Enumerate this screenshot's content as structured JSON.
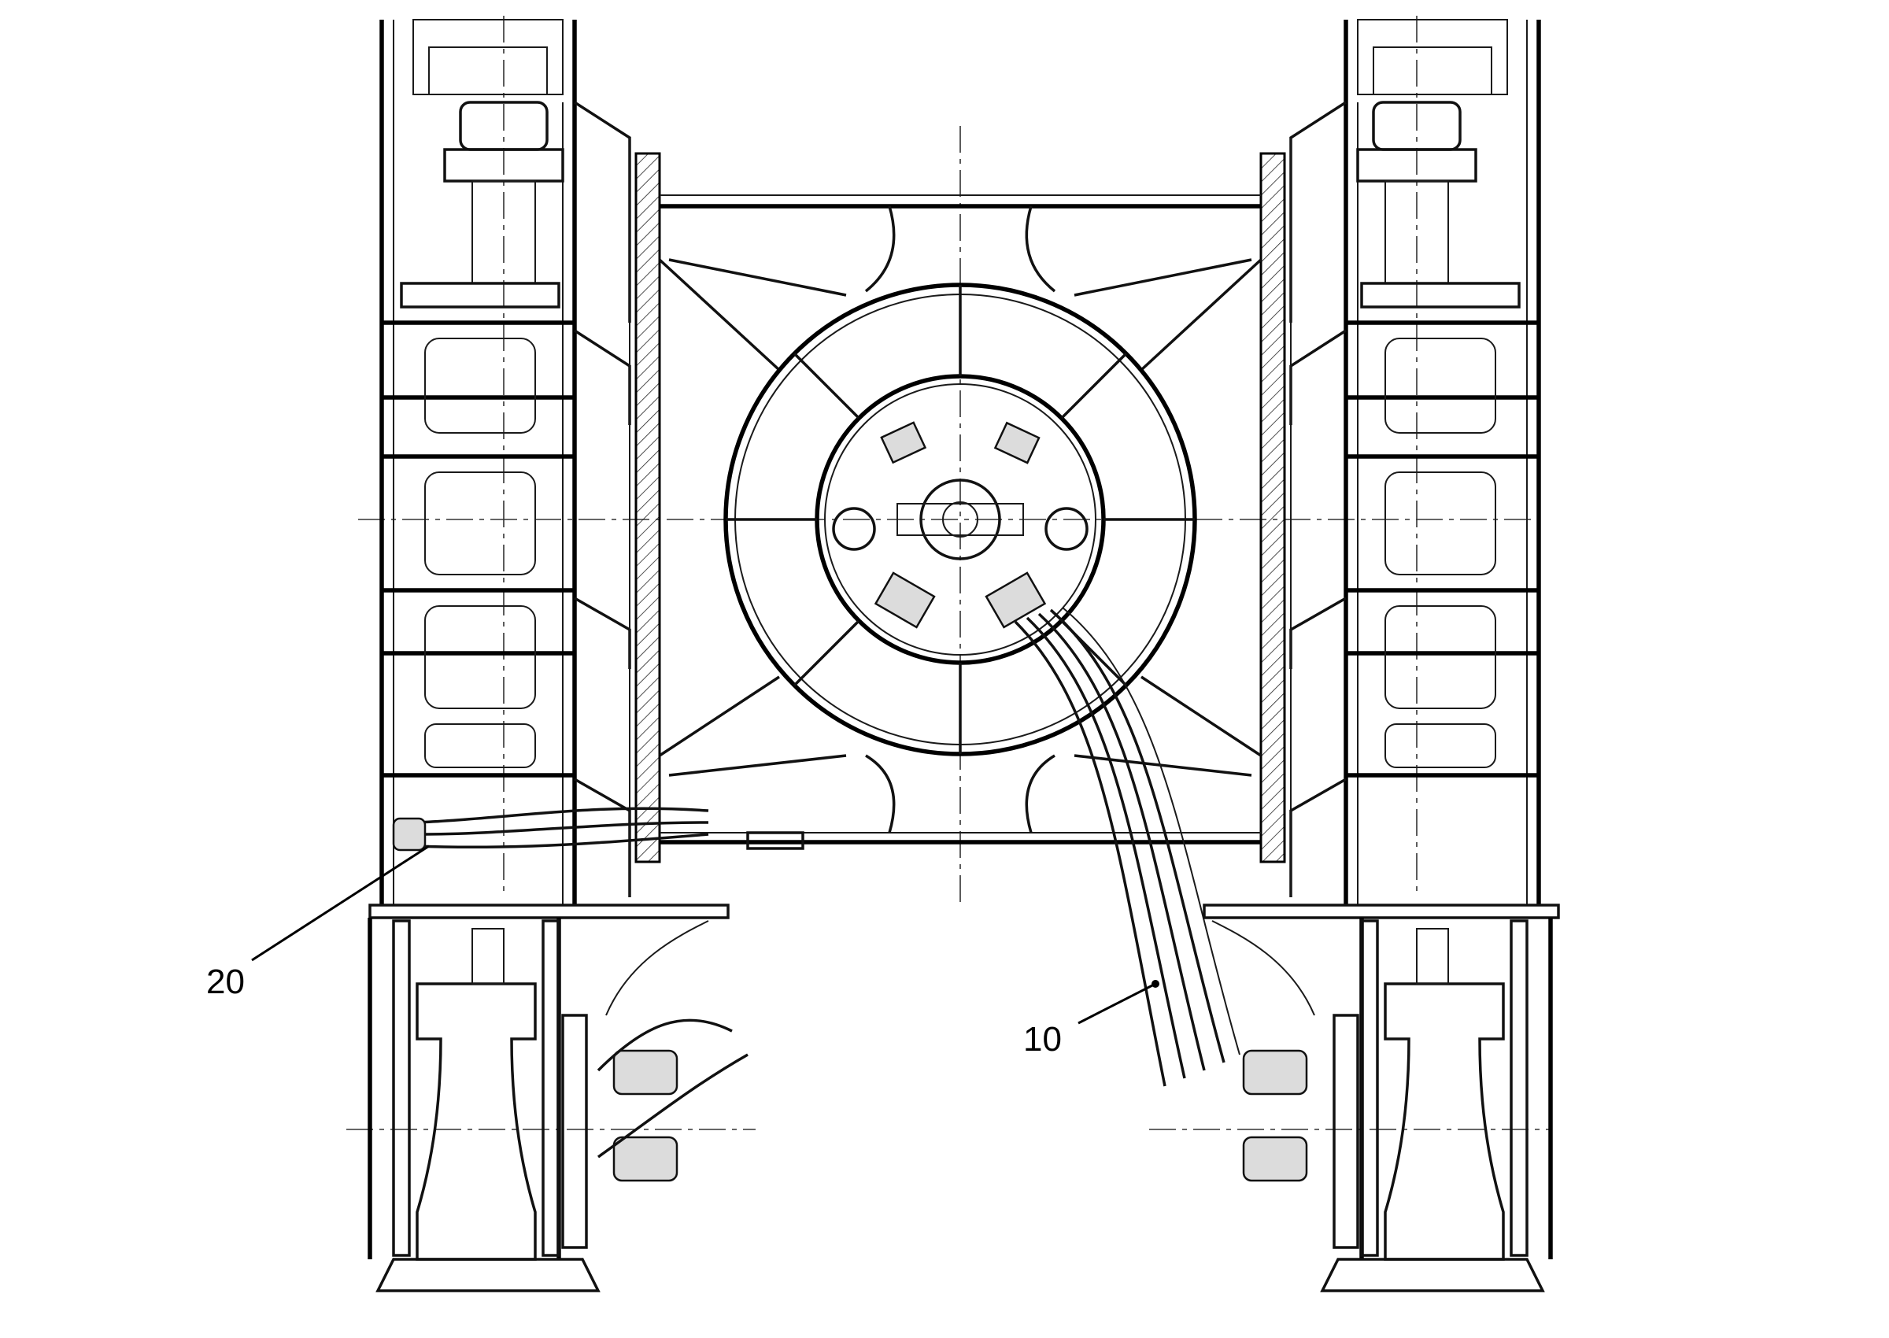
{
  "callouts": [
    {
      "id": "callout-20",
      "label": "20"
    },
    {
      "id": "callout-10",
      "label": "10"
    }
  ],
  "colors": {
    "ink": "#000000",
    "paper": "#ffffff"
  }
}
